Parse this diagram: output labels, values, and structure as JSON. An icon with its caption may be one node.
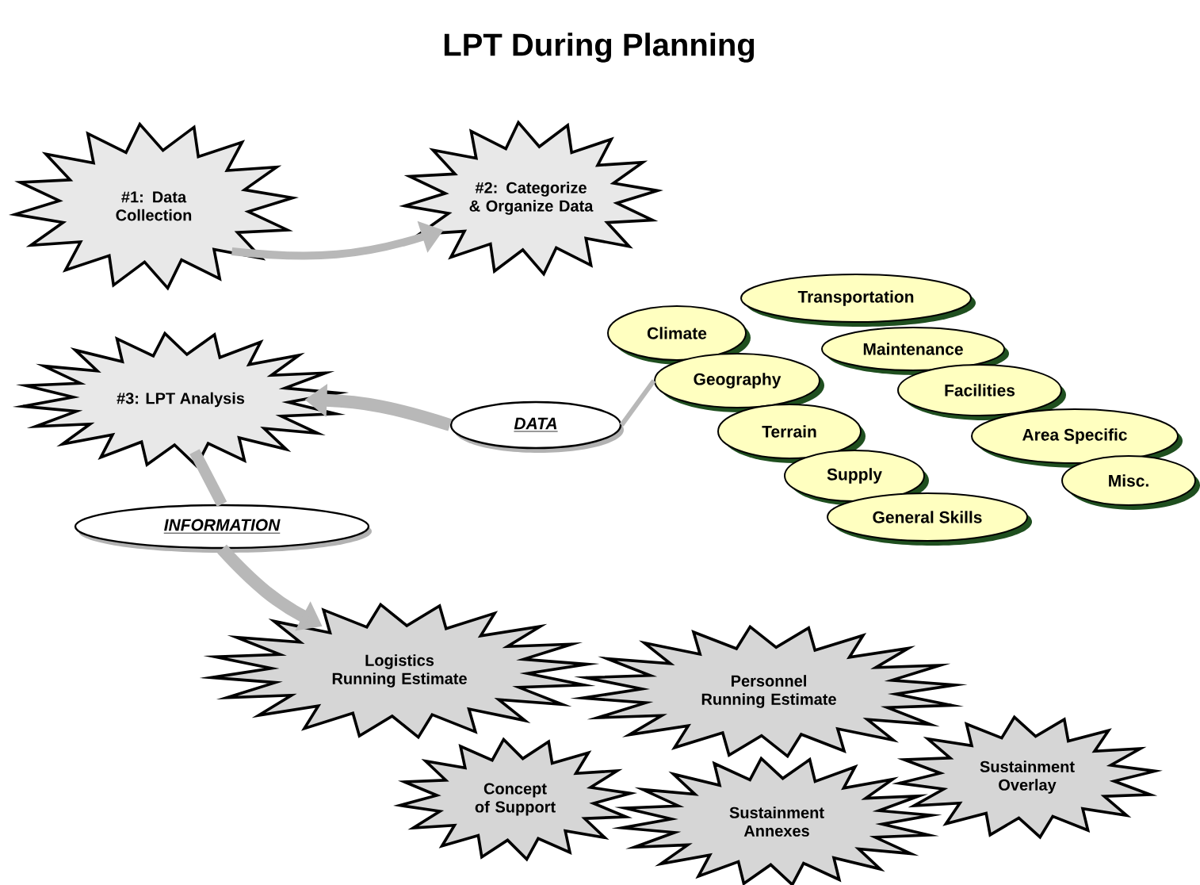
{
  "diagram": {
    "title": "LPT During Planning",
    "nodes": [
      {
        "text": [
          "#1:  Data Collection"
        ]
      },
      {
        "text": [
          "#2: Categorize & Organize Data"
        ]
      },
      {
        "text": [
          "#3: LPT Analysis"
        ]
      },
      {
        "text": [
          "DATA"
        ]
      },
      {
        "text": [
          "Transportation"
        ]
      },
      {
        "text": [
          "Climate"
        ]
      },
      {
        "text": [
          "Maintenance"
        ]
      },
      {
        "text": [
          "Geography"
        ]
      },
      {
        "text": [
          "Facilities"
        ]
      },
      {
        "text": [
          "Terrain"
        ]
      },
      {
        "text": [
          "Area Specific"
        ]
      },
      {
        "text": [
          "Supply"
        ]
      },
      {
        "text": [
          "Misc."
        ]
      },
      {
        "text": [
          "General Skills"
        ]
      },
      {
        "text": [
          "INFORMATION"
        ]
      },
      {
        "text": [
          "Logistics Running Estimate"
        ]
      },
      {
        "text": [
          "Personnel Running Estimate"
        ]
      },
      {
        "text": [
          "Concept of Support"
        ]
      },
      {
        "text": [
          "Sustainment Annexes"
        ]
      },
      {
        "text": [
          "Sustainment Overlay"
        ]
      }
    ],
    "edges": [
      {
        "from": 0,
        "to": 1,
        "arrow": "to"
      },
      {
        "from": 7,
        "to": 3,
        "arrow": "none"
      },
      {
        "from": 3,
        "to": 2,
        "arrow": "to"
      },
      {
        "from": 2,
        "to": 14,
        "arrow": "none"
      },
      {
        "from": 14,
        "to": 15,
        "arrow": "to"
      }
    ]
  }
}
